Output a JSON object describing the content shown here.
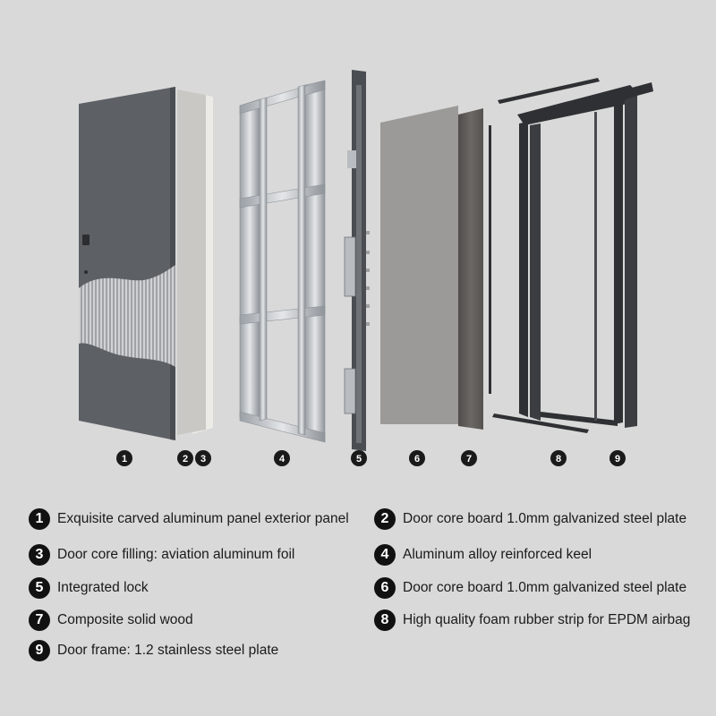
{
  "components": [
    {
      "number": "1",
      "label": "Exquisite carved aluminum panel exterior panel"
    },
    {
      "number": "2",
      "label": "Door core board 1.0mm galvanized steel plate"
    },
    {
      "number": "3",
      "label": "Door core filling: aviation aluminum foil"
    },
    {
      "number": "4",
      "label": "Aluminum alloy reinforced keel"
    },
    {
      "number": "5",
      "label": "Integrated lock"
    },
    {
      "number": "6",
      "label": "Door core board 1.0mm galvanized steel plate"
    },
    {
      "number": "7",
      "label": "Composite solid wood"
    },
    {
      "number": "8",
      "label": "High quality foam rubber strip for EPDM airbag"
    },
    {
      "number": "9",
      "label": "Door frame: 1.2 stainless steel plate"
    }
  ],
  "colors": {
    "background": "#d9d9d9",
    "exterior_panel": "#5d6166",
    "galvanized_plate": "#c4c3c0",
    "aluminum_foil": "#ecebe6",
    "keel": "#b8bcc0",
    "lock_body": "#4a4d51",
    "inner_board": "#9b9a98",
    "solid_wood": "#5f5c59",
    "frame": "#2f3033"
  }
}
